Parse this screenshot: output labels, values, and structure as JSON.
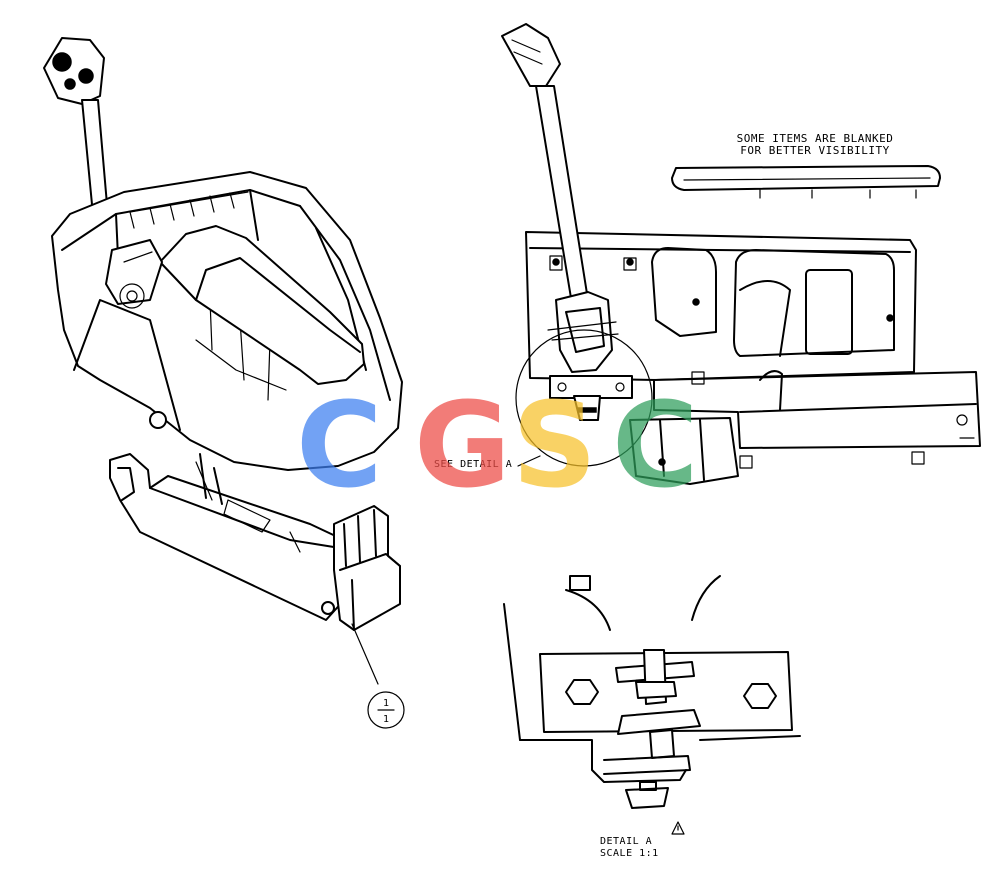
{
  "notes": {
    "blanked_line1": "SOME ITEMS ARE BLANKED",
    "blanked_line2": "FOR BETTER VISIBILITY",
    "see_detail": "SEE DETAIL  A",
    "detail_title": "DETAIL  A",
    "detail_scale": "SCALE  1:1"
  },
  "balloon": {
    "top": "1",
    "bottom": "1"
  },
  "warning_symbol": "warning-triangle-icon",
  "watermark": {
    "letters": [
      "C",
      "G",
      "S",
      "C"
    ],
    "colors": [
      "#3d7ff0",
      "#ee4b45",
      "#f7c12a",
      "#2e9e5b"
    ]
  }
}
